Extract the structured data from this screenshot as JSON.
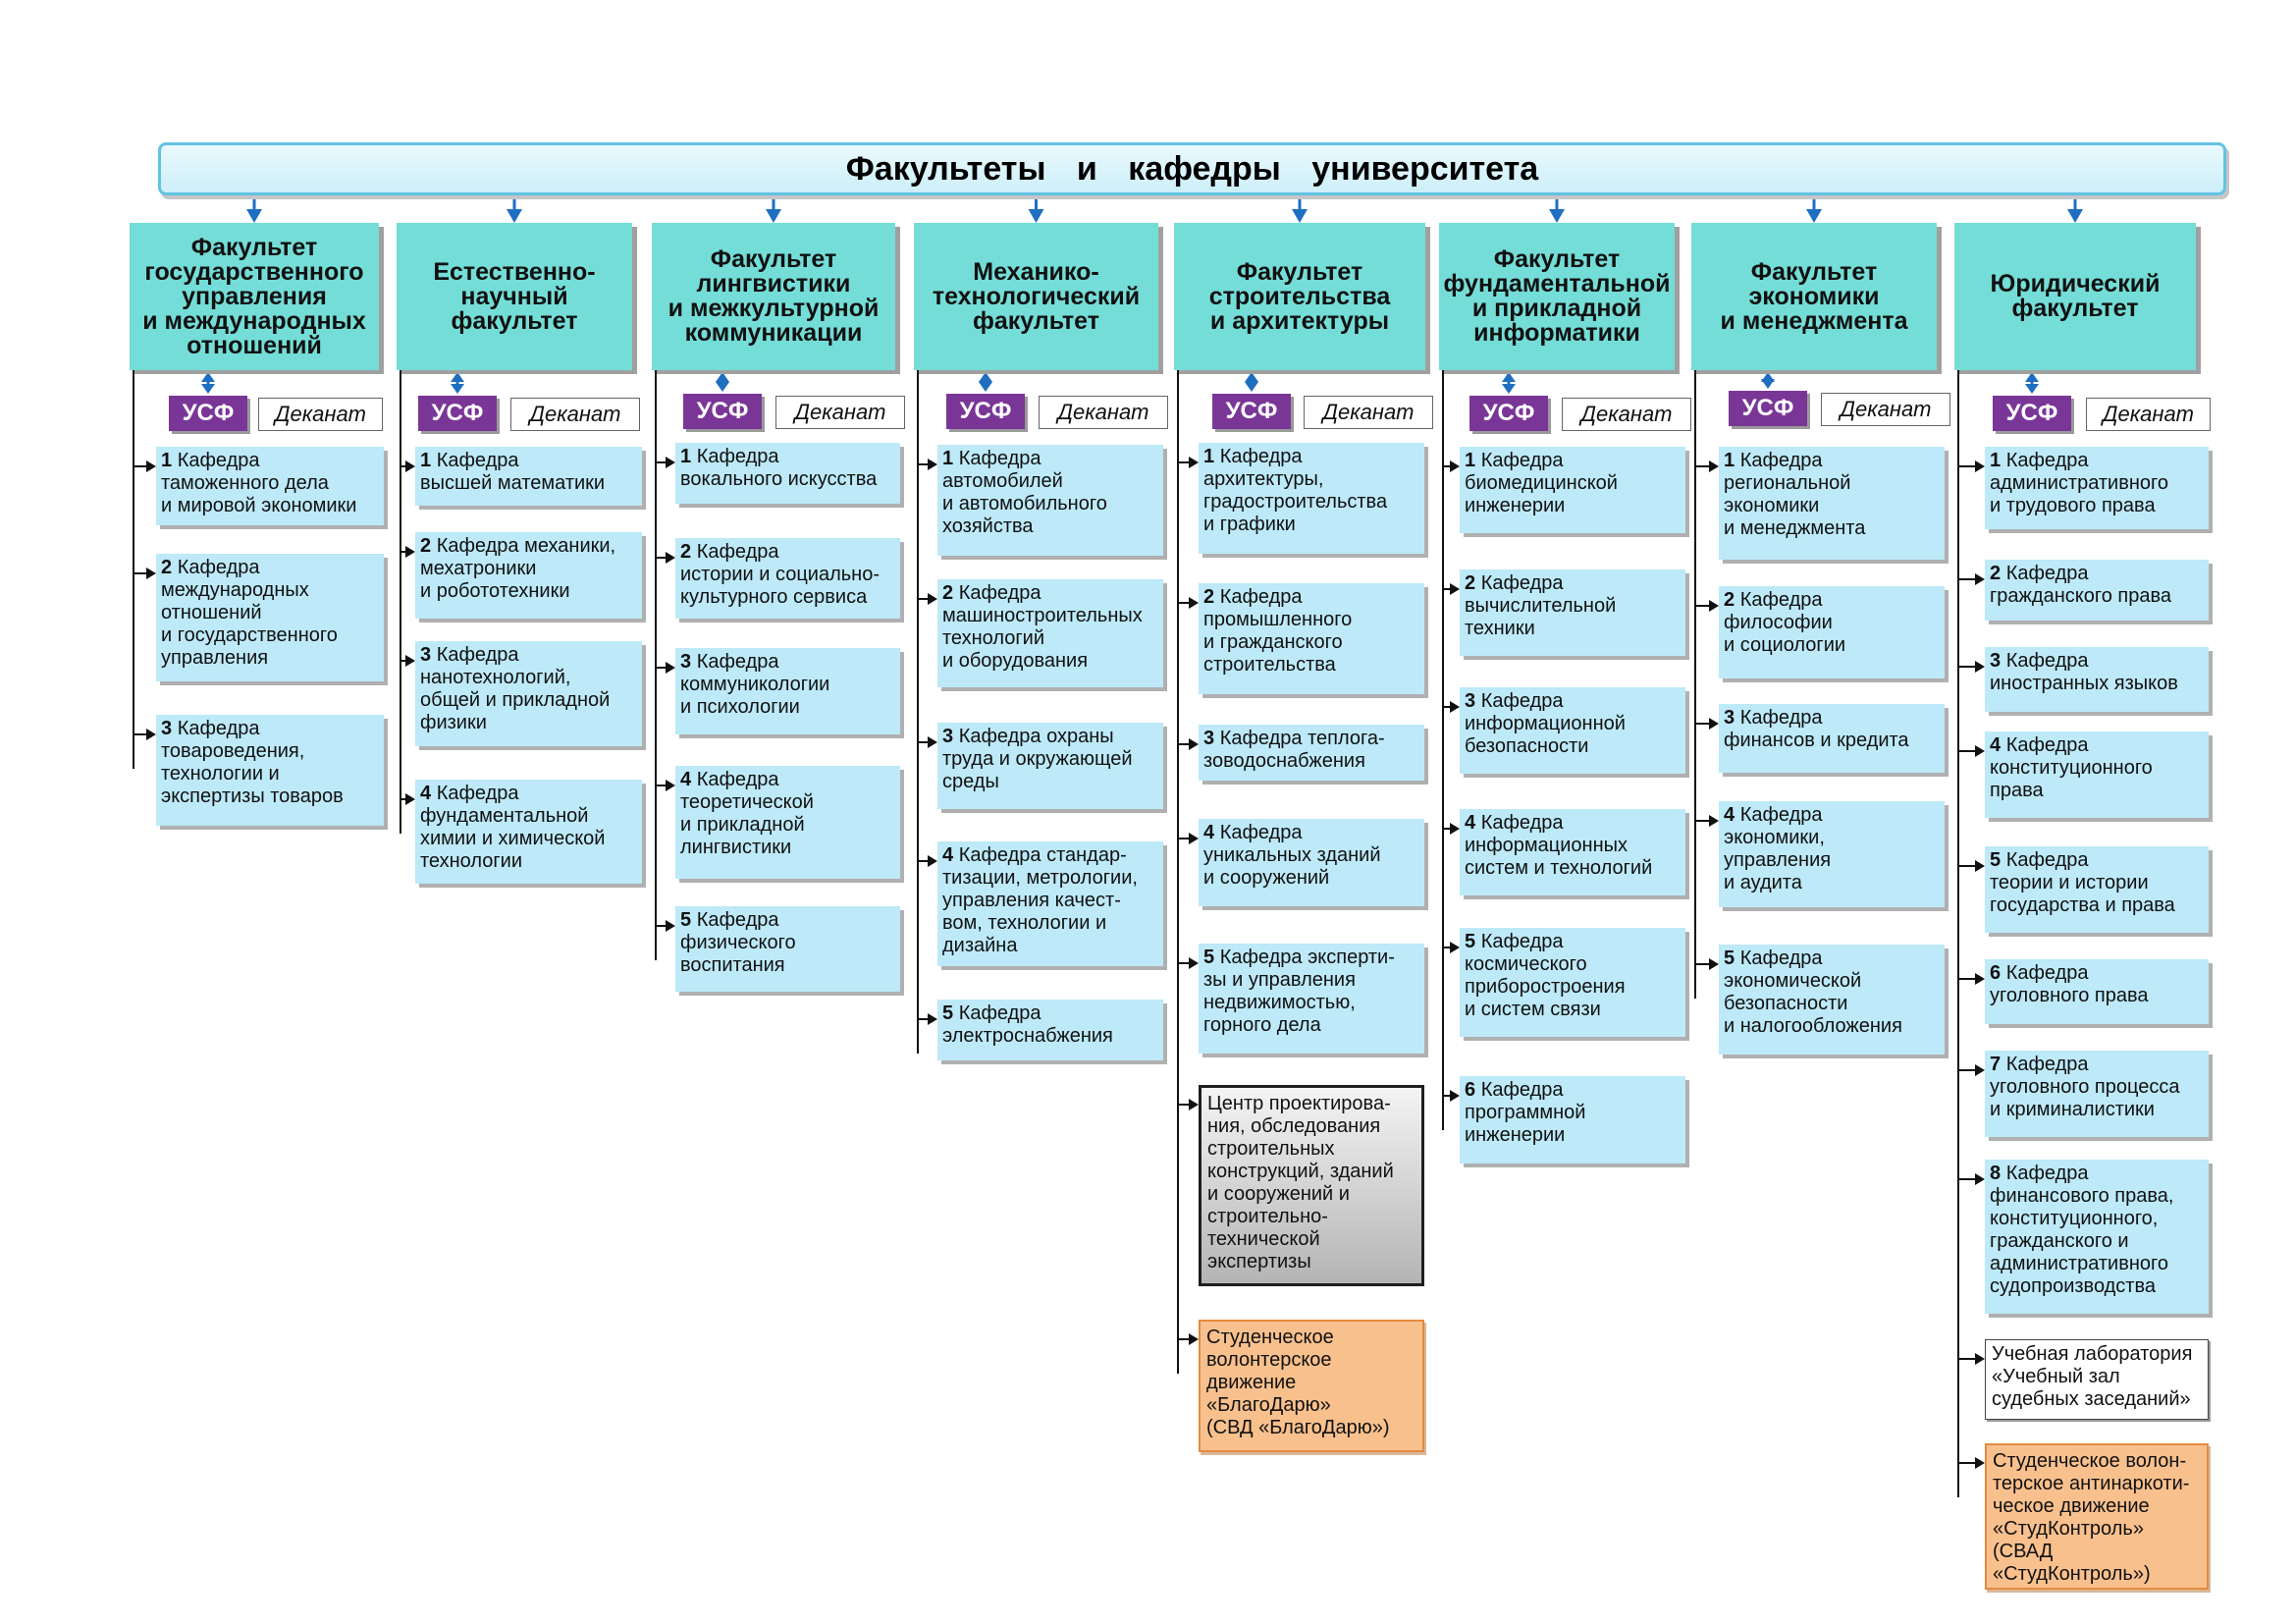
{
  "title": "Факультеты и кафедры университета",
  "labels": {
    "usf": "УСФ",
    "dekanat": "Деканат"
  },
  "colors": {
    "faculty": "#74ddd7",
    "department": "#bde9f8",
    "usf": "#7a3697",
    "arrow": "#1f6fc0",
    "highlight": "#f8c08d"
  },
  "faculties": [
    {
      "id": "f1",
      "name": "Факультет\nгосударственного\nуправления\nи международных\nотношений",
      "departments": [
        {
          "num": "1",
          "text": "Кафедра\nтаможенного дела\nи мировой экономики"
        },
        {
          "num": "2",
          "text": "Кафедра\nмеждународных\nотношений\nи государственного\nуправления"
        },
        {
          "num": "3",
          "text": "Кафедра\nтовароведения,\nтехнологии и\nэкспертизы товаров"
        }
      ]
    },
    {
      "id": "f2",
      "name": "Естественно-\nнаучный\nфакультет",
      "departments": [
        {
          "num": "1",
          "text": "Кафедра\nвысшей математики"
        },
        {
          "num": "2",
          "text": "Кафедра механики,\nмехатроники\nи робототехники"
        },
        {
          "num": "3",
          "text": "Кафедра\nнанотехнологий,\nобщей и прикладной\nфизики"
        },
        {
          "num": "4",
          "text": "Кафедра\nфундаментальной\nхимии и химической\nтехнологии"
        }
      ]
    },
    {
      "id": "f3",
      "name": "Факультет\nлингвистики\nи межкультурной\nкоммуникации",
      "departments": [
        {
          "num": "1",
          "text": "Кафедра\nвокального искусства"
        },
        {
          "num": "2",
          "text": "Кафедра\nистории и социально-\nкультурного сервиса"
        },
        {
          "num": "3",
          "text": "Кафедра\nкоммуникологии\nи психологии"
        },
        {
          "num": "4",
          "text": "Кафедра\nтеоретической\nи прикладной\nлингвистики"
        },
        {
          "num": "5",
          "text": "Кафедра\nфизического\nвоспитания"
        }
      ]
    },
    {
      "id": "f4",
      "name": "Механико-\nтехнологический\nфакультет",
      "departments": [
        {
          "num": "1",
          "text": "Кафедра\nавтомобилей\nи автомобильного\nхозяйства"
        },
        {
          "num": "2",
          "text": "Кафедра\nмашиностроительных\nтехнологий\nи оборудования"
        },
        {
          "num": "3",
          "text": "Кафедра охраны\nтруда и окружающей\nсреды"
        },
        {
          "num": "4",
          "text": "Кафедра стандар-\nтизации, метрологии,\nуправления качест-\nвом, технологии и\nдизайна"
        },
        {
          "num": "5",
          "text": "Кафедра\nэлектроснабжения"
        }
      ]
    },
    {
      "id": "f5",
      "name": "Факультет\nстроительства\nи архитектуры",
      "departments": [
        {
          "num": "1",
          "text": "Кафедра\nархитектуры,\nградостроительства\nи графики"
        },
        {
          "num": "2",
          "text": "Кафедра\nпромышленного\nи гражданского\nстроительства"
        },
        {
          "num": "3",
          "text": "Кафедра теплога-\nзоводоснабжения"
        },
        {
          "num": "4",
          "text": "Кафедра\nуникальных зданий\nи сооружений"
        },
        {
          "num": "5",
          "text": "Кафедра эксперти-\nзы и управления\nнедвижимостью,\nгорного дела"
        },
        {
          "num": "",
          "text": "Центр проектирова-\nния, обследования\nстроительных\nконструкций, зданий\nи сооружений и\nстроительно-\nтехнической\nэкспертизы",
          "style": "gray"
        },
        {
          "num": "",
          "text": "Студенческое\nволонтерское\nдвижение\n«БлагоДарю»\n(СВД «БлагоДарю»)",
          "style": "orange"
        }
      ]
    },
    {
      "id": "f6",
      "name": "Факультет\nфундаментальной\nи прикладной\nинформатики",
      "departments": [
        {
          "num": "1",
          "text": "Кафедра\nбиомедицинской\nинженерии"
        },
        {
          "num": "2",
          "text": "Кафедра\nвычислительной\nтехники"
        },
        {
          "num": "3",
          "text": "Кафедра\nинформационной\nбезопасности"
        },
        {
          "num": "4",
          "text": "Кафедра\nинформационных\nсистем и технологий"
        },
        {
          "num": "5",
          "text": "Кафедра\nкосмического\nприборостроения\nи систем связи"
        },
        {
          "num": "6",
          "text": "Кафедра\nпрограммной\nинженерии"
        }
      ]
    },
    {
      "id": "f7",
      "name": "Факультет\nэкономики\nи менеджмента",
      "departments": [
        {
          "num": "1",
          "text": "Кафедра\nрегиональной\nэкономики\nи менеджмента"
        },
        {
          "num": "2",
          "text": "Кафедра\nфилософии\nи социологии"
        },
        {
          "num": "3",
          "text": "Кафедра\nфинансов и кредита"
        },
        {
          "num": "4",
          "text": "Кафедра\nэкономики,\nуправления\nи аудита"
        },
        {
          "num": "5",
          "text": "Кафедра\nэкономической\nбезопасности\nи налогообложения"
        }
      ]
    },
    {
      "id": "f8",
      "name": "Юридический\nфакультет",
      "departments": [
        {
          "num": "1",
          "text": "Кафедра\nадминистративного\nи трудового права"
        },
        {
          "num": "2",
          "text": "Кафедра\nгражданского права"
        },
        {
          "num": "3",
          "text": "Кафедра\nиностранных языков"
        },
        {
          "num": "4",
          "text": "Кафедра\nконституционного\nправа"
        },
        {
          "num": "5",
          "text": "Кафедра\nтеории и истории\nгосударства и права"
        },
        {
          "num": "6",
          "text": "Кафедра\nуголовного права"
        },
        {
          "num": "7",
          "text": "Кафедра\nуголовного процесса\nи криминалистики"
        },
        {
          "num": "8",
          "text": "Кафедра\nфинансового права,\nконституционного,\nгражданского и\nадминистративного\nсудопроизводства"
        },
        {
          "num": "",
          "text": "Учебная лаборатория\n«Учебный зал\nсудебных заседаний»",
          "style": "white"
        },
        {
          "num": "",
          "text": "Студенческое волон-\nтерское антинаркоти-\nческое движение\n«СтудКонтроль»\n(СВАД\n«СтудКонтроль»)",
          "style": "orange"
        }
      ]
    }
  ]
}
